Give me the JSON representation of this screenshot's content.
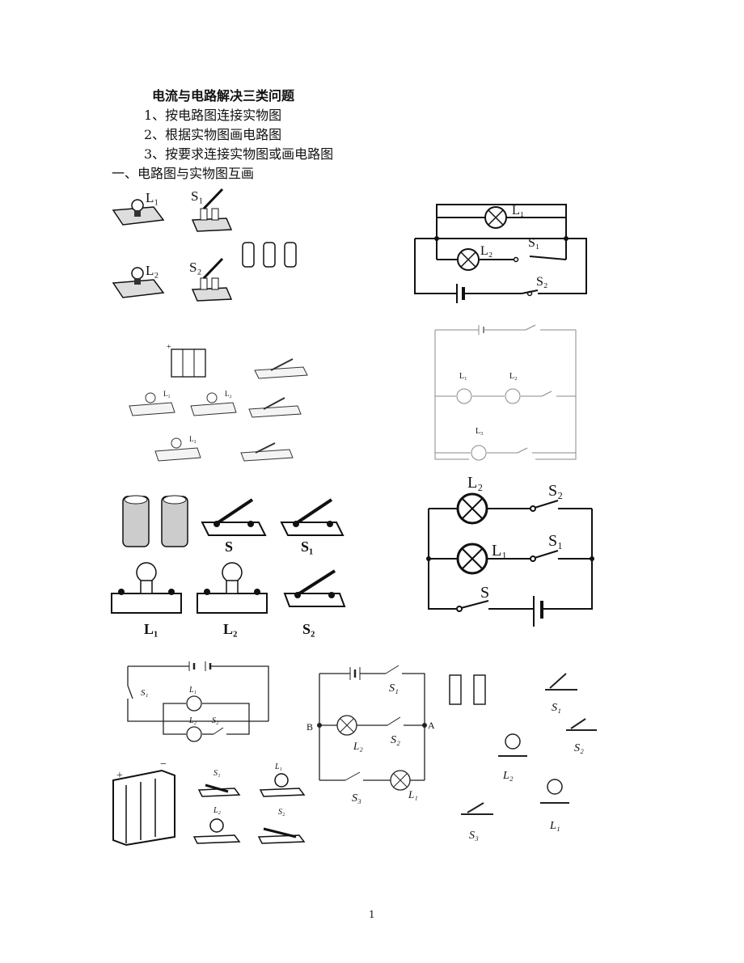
{
  "heading": {
    "title": "电流与电路解决三类问题",
    "items": [
      "1、按电路图连接实物图",
      "2、根据实物图画电路图",
      "3、按要求连接实物图或画电路图"
    ]
  },
  "section_title": "一、电路图与实物图互画",
  "figure1": {
    "real_labels": [
      "L₁",
      "S₁",
      "L₂",
      "S₂"
    ],
    "diagram_labels": [
      "L₁",
      "L₂",
      "S₁",
      "S₂"
    ]
  },
  "figure2": {
    "real_labels": [
      "L₁",
      "L₂",
      "L₃"
    ],
    "diagram_labels": [
      "L₁",
      "L₂",
      "L₃"
    ]
  },
  "figure3": {
    "real_labels": [
      "S",
      "S₁",
      "L₁",
      "L₂",
      "S₂"
    ],
    "diagram_labels": [
      "L₂",
      "S₂",
      "L₁",
      "S₁",
      "S"
    ]
  },
  "figure4": {
    "left_labels": [
      "S₁",
      "L₁",
      "L₂",
      "S₂"
    ],
    "left_real_labels": [
      "S₁",
      "L₁",
      "L₂",
      "S₂"
    ],
    "middle_labels": [
      "S₁",
      "L₂",
      "S₂",
      "S₃",
      "L₁",
      "B",
      "A"
    ],
    "right_real_labels": [
      "S₁",
      "L₂",
      "S₂",
      "S₃",
      "L₁"
    ]
  },
  "page_number": "1"
}
